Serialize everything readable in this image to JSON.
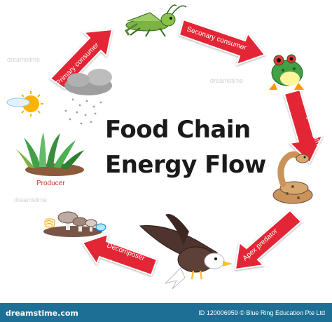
{
  "title": {
    "line1": "Food Chain",
    "line2": "Energy Flow"
  },
  "arrow_labels": {
    "primary": "Primary consumer",
    "secondary": "Seconary consumer",
    "tertiary": "Tertiary consumer",
    "apex": "Apex predator",
    "decomposer": "Decomposer"
  },
  "producer_label": "Producer",
  "footer": {
    "logo": "dreamstime.com",
    "credit": "ID 120006959 © Blue Ring Education Pte Ltd"
  },
  "watermarks": [
    "dreamstime",
    "dreamstime",
    "dreamstime"
  ],
  "colors": {
    "arrow_fill": "#e32636",
    "arrow_stroke": "#ffffff",
    "footer_bg": "#1e6f96",
    "label_red": "#c0392b"
  }
}
